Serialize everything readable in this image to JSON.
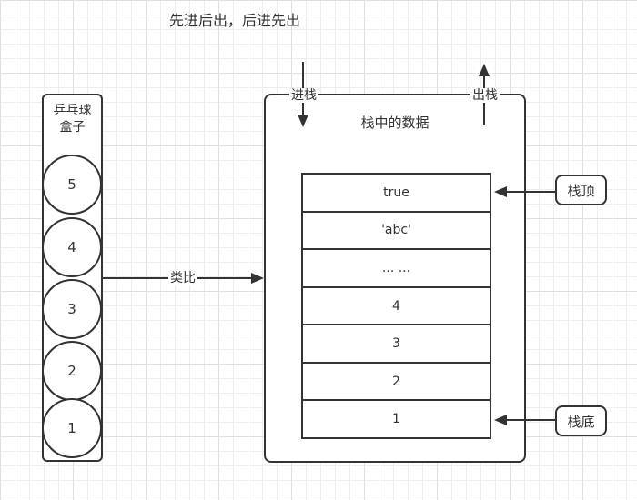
{
  "title": "先进后出，后进先出",
  "pingpong_box": {
    "label_line1": "乒乓球",
    "label_line2": "盒子",
    "balls": [
      "5",
      "4",
      "3",
      "2",
      "1"
    ]
  },
  "analogy_label": "类比",
  "stack": {
    "title": "栈中的数据",
    "push_label": "进栈",
    "pop_label": "出栈",
    "items": [
      "true",
      "'abc'",
      "... ...",
      "4",
      "3",
      "2",
      "1"
    ]
  },
  "callouts": {
    "top": "栈顶",
    "bottom": "栈底"
  },
  "colors": {
    "stroke": "#333333",
    "background": "#ffffff",
    "grid_minor": "#ededed",
    "grid_major": "#e0e0e0"
  }
}
